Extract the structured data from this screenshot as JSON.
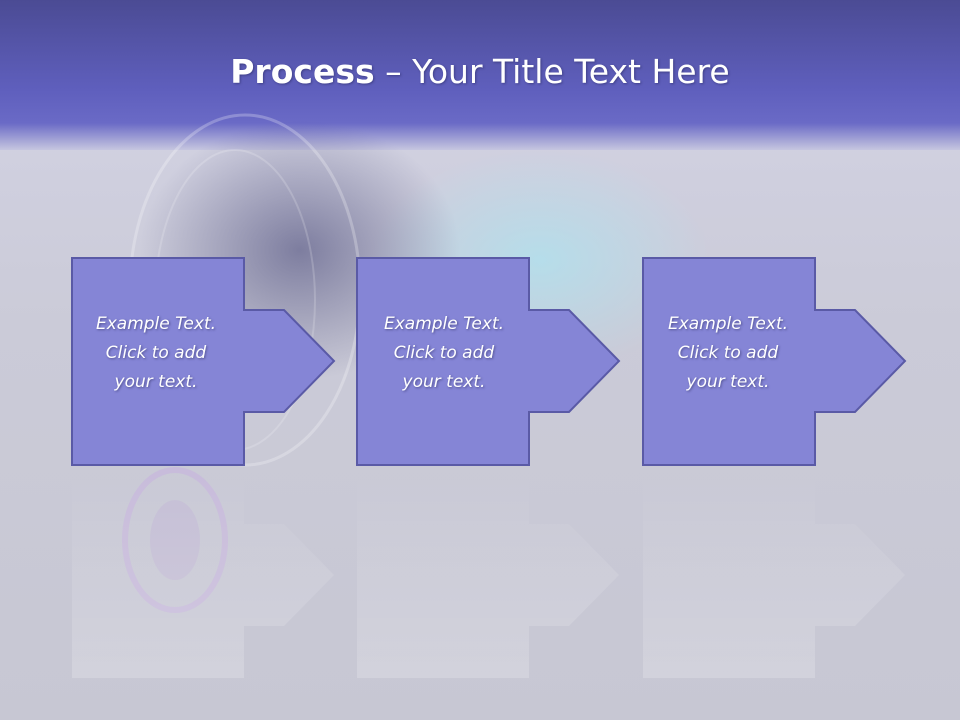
{
  "slide": {
    "title_bold": "Process",
    "title_rest": " – Your Title Text Here"
  },
  "steps": [
    {
      "line1": "Example Text.",
      "line2": "Click  to add",
      "line3": "your text."
    },
    {
      "line1": "Example Text.",
      "line2": "Click  to add",
      "line3": "your text."
    },
    {
      "line1": "Example Text.",
      "line2": "Click  to add",
      "line3": "your text."
    }
  ],
  "colors": {
    "header": "#5f5fbd",
    "box_fill": "#8585d6",
    "box_stroke": "#5a5aa6",
    "text": "#ffffff"
  }
}
